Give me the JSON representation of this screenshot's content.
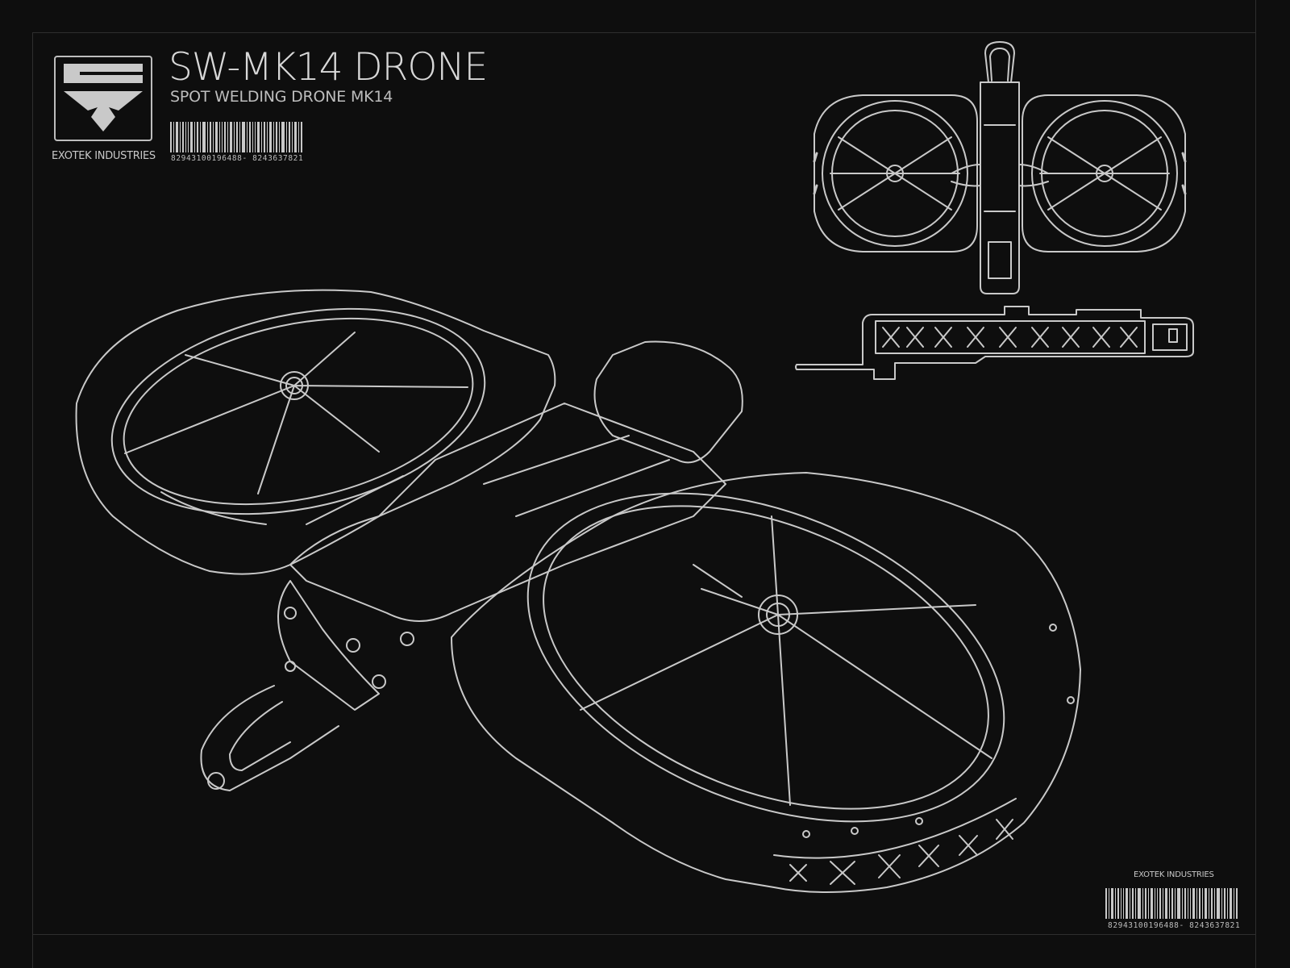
{
  "sheet": {
    "title": "SW-MK14 DRONE",
    "subtitle": "SPOT WELDING DRONE MK14",
    "company_top": "EXOTEK INDUSTRIES",
    "company_bottom": "EXOTEK INDUSTRIES",
    "barcode_number_top": "82943100196488- 8243637821",
    "barcode_number_bottom": "82943100196488- 8243637821"
  },
  "colors": {
    "background": "#0e0e0e",
    "line": "#c9c9c9",
    "frame": "#2e2e2e"
  },
  "icons": [
    "exotek-logo-icon",
    "barcode-icon"
  ]
}
